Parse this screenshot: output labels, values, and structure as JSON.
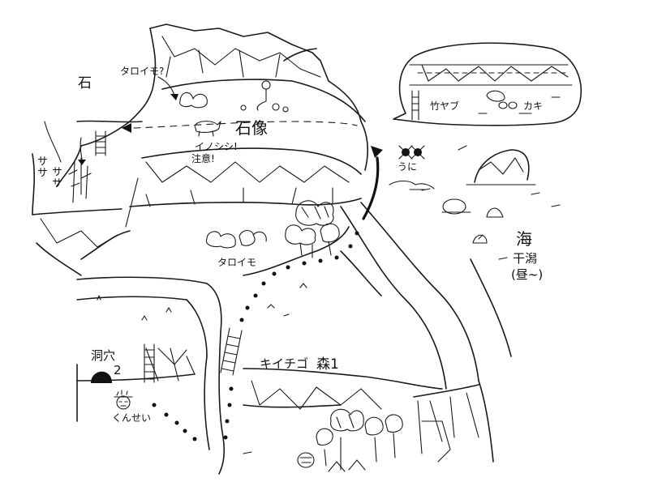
{
  "labels": {
    "stone": "石",
    "taroimo_question": "タロイモ?",
    "statue": "石像",
    "boar_warning_line1": "イノシシ!",
    "boar_warning_line2": "注意!",
    "sasa": "ササ",
    "bamboo": "ササ",
    "sea_urchin": "うに",
    "bamboo_inset": "竹ヤブ",
    "oyster": "カキ",
    "sea": "海",
    "tideflat_line1": "干潟",
    "tideflat_line2": "(昼~)",
    "taroimo": "タロイモ",
    "strawberry": "キイチゴ",
    "forest": "森1",
    "cave": "洞穴",
    "cave_number": "2",
    "training": "くんせい"
  },
  "colors": {
    "ink": "#1a1a1a",
    "paper": "#ffffff"
  }
}
